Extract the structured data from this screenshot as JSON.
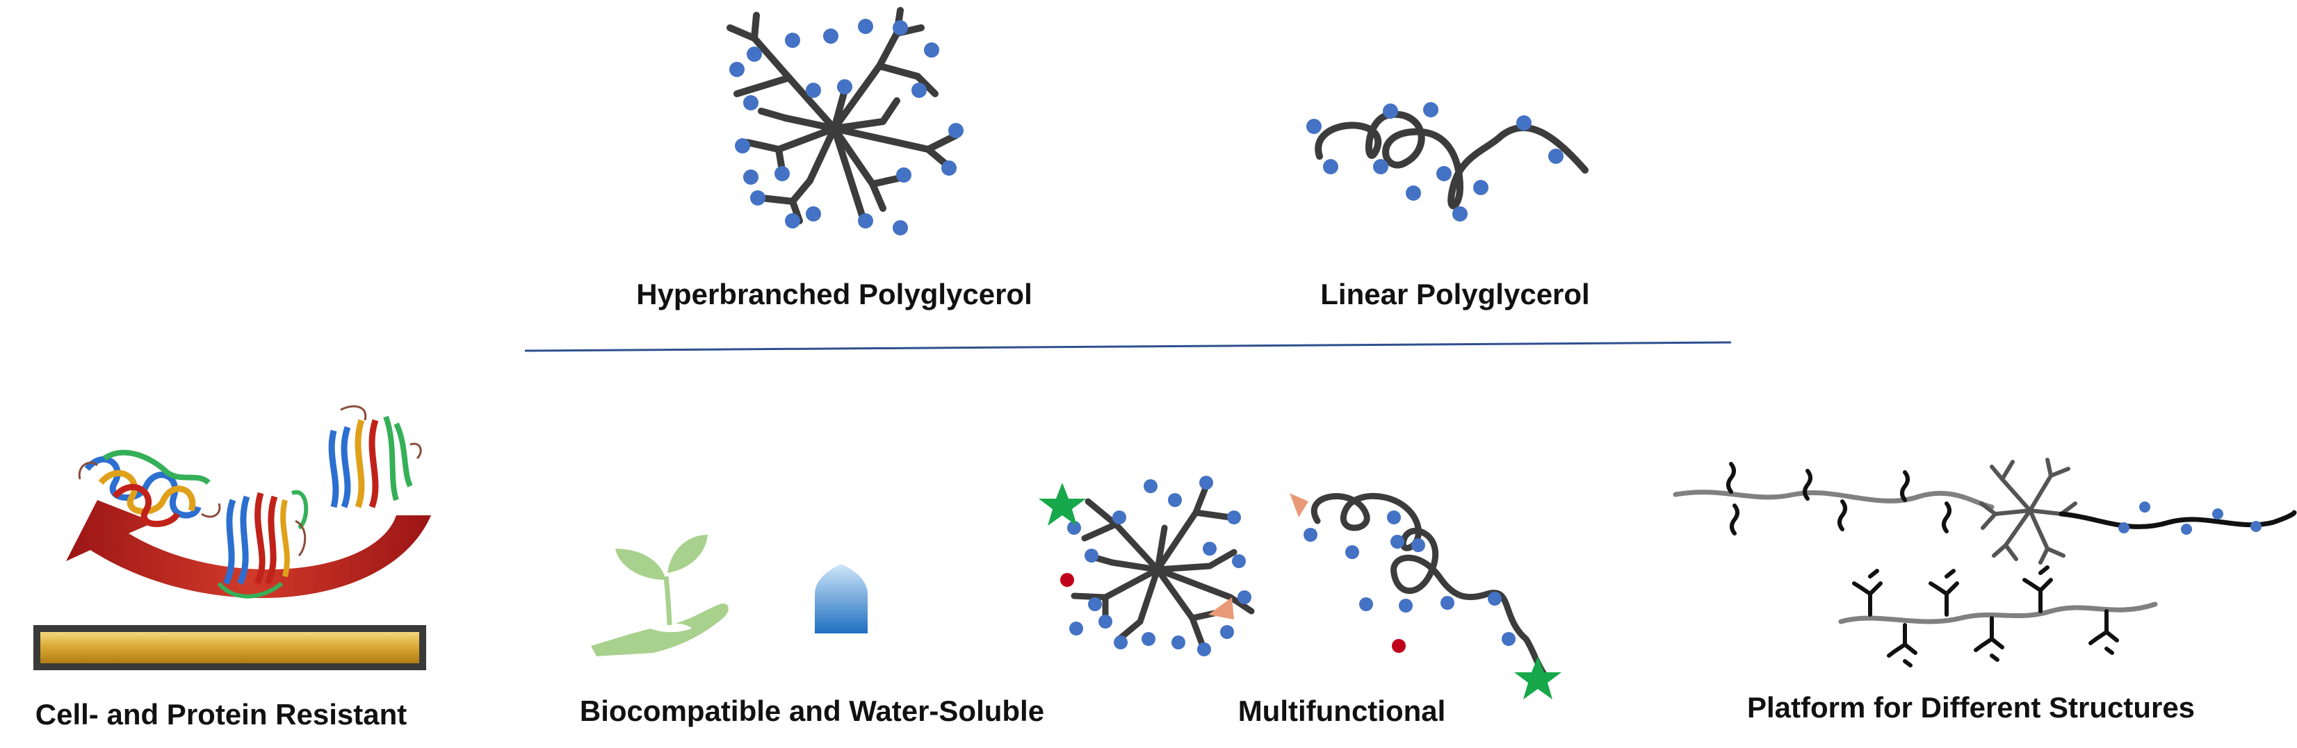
{
  "labels": {
    "hyperbranched": "Hyperbranched Polyglycerol",
    "linear": "Linear Polyglycerol",
    "cell_protein": "Cell- and Protein Resistant",
    "biocompatible": "Biocompatible and Water-Soluble",
    "multifunctional": "Multifunctional",
    "platform": "Platform for Different Structures"
  },
  "colors": {
    "backbone": "#3c3c3c",
    "end_group": "#4472c4",
    "divider": "#2f4f8f",
    "arrow": "#b01c1c",
    "gold_surface": "#d8a630",
    "star": "#16a84a",
    "triangle": "#e89a78",
    "red_dot": "#c0001a",
    "leaf": "#a9d18e",
    "water_drop": "#2e75c6",
    "chain_grey": "#808080"
  },
  "icons": [
    "protein-icon",
    "arrow-icon",
    "gold-surface-icon",
    "hand-plant-icon",
    "water-drop-icon",
    "star-icon",
    "triangle-icon"
  ]
}
